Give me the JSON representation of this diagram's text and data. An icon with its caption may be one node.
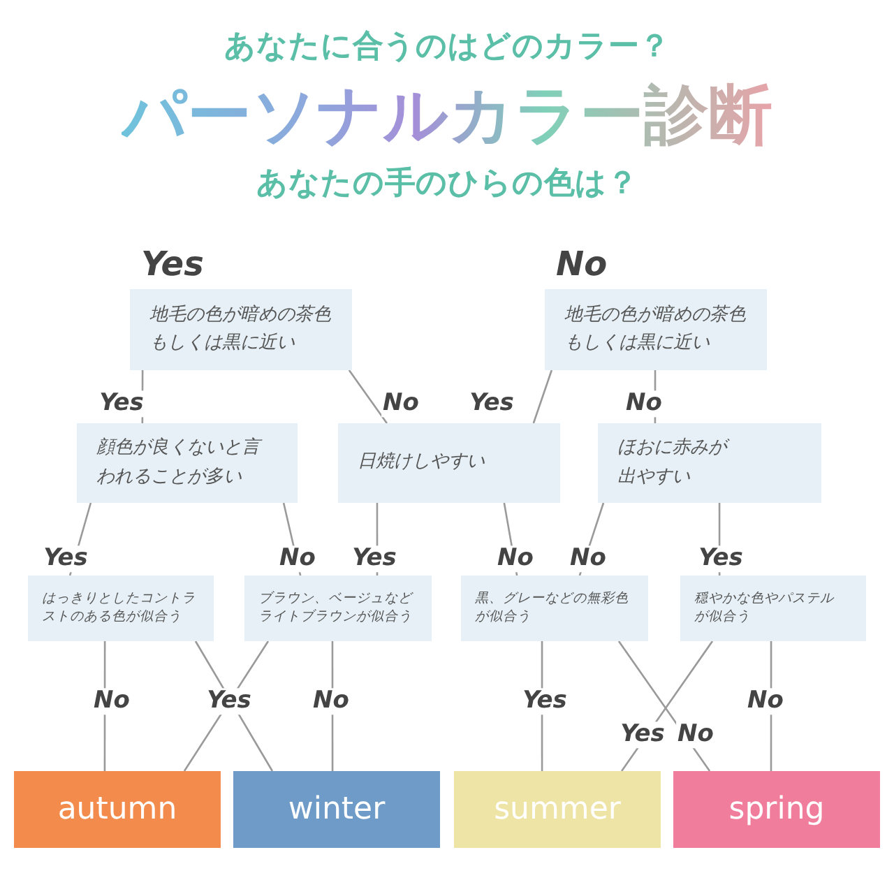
{
  "diagram": {
    "title": "パーソナルカラー診断",
    "nodes": [
      {
        "text": [
          "Yes",
          "地毛の色が暗めの茶色もしくは黒に近い"
        ]
      },
      {
        "text": [
          "No",
          "地毛の色が暗めの茶色もしくは黒に近い"
        ]
      },
      {
        "text": [
          "顔色が良くないと言われることが多い"
        ]
      },
      {
        "text": [
          "日焼けしやすい"
        ]
      },
      {
        "text": [
          "ほおに赤みが出やすい"
        ]
      },
      {
        "text": [
          "はっきりとしたコントラストのある色が似合う"
        ]
      },
      {
        "text": [
          "ブラウン、ベージュなどライトブラウンが似合う"
        ]
      },
      {
        "text": [
          "黒、グレーなどの無彩色が似合う"
        ]
      },
      {
        "text": [
          "穏やかな色やパステルが似合う"
        ]
      },
      {
        "text": [
          "autumn"
        ]
      },
      {
        "text": [
          "winter"
        ]
      },
      {
        "text": [
          "summer"
        ]
      },
      {
        "text": [
          "spring"
        ]
      }
    ],
    "edges": [
      {
        "from": 0,
        "to": 2,
        "arrow": "none",
        "label": "Yes"
      },
      {
        "from": 0,
        "to": 3,
        "arrow": "none",
        "label": "No"
      },
      {
        "from": 1,
        "to": 3,
        "arrow": "none",
        "label": "Yes"
      },
      {
        "from": 1,
        "to": 4,
        "arrow": "none",
        "label": "No"
      },
      {
        "from": 2,
        "to": 5,
        "arrow": "none",
        "label": "Yes"
      },
      {
        "from": 2,
        "to": 6,
        "arrow": "none",
        "label": "No"
      },
      {
        "from": 3,
        "to": 6,
        "arrow": "none",
        "label": "Yes"
      },
      {
        "from": 3,
        "to": 7,
        "arrow": "none",
        "label": "No"
      },
      {
        "from": 4,
        "to": 7,
        "arrow": "none",
        "label": "No"
      },
      {
        "from": 4,
        "to": 8,
        "arrow": "none",
        "label": "Yes"
      },
      {
        "from": 5,
        "to": 9,
        "arrow": "none",
        "label": "No"
      },
      {
        "from": 5,
        "to": 10,
        "arrow": "none",
        "label": "Yes"
      },
      {
        "from": 6,
        "to": 9,
        "arrow": "none"
      },
      {
        "from": 6,
        "to": 10,
        "arrow": "none",
        "label": "No"
      },
      {
        "from": 7,
        "to": 11,
        "arrow": "none",
        "label": "Yes"
      },
      {
        "from": 7,
        "to": 12,
        "arrow": "none",
        "label": "No"
      },
      {
        "from": 8,
        "to": 11,
        "arrow": "none",
        "label": "Yes"
      },
      {
        "from": 8,
        "to": 12,
        "arrow": "none",
        "label": "No"
      }
    ],
    "labels": [
      "あなたに合うのはどのカラー？",
      "あなたの手のひらの色は？"
    ]
  }
}
